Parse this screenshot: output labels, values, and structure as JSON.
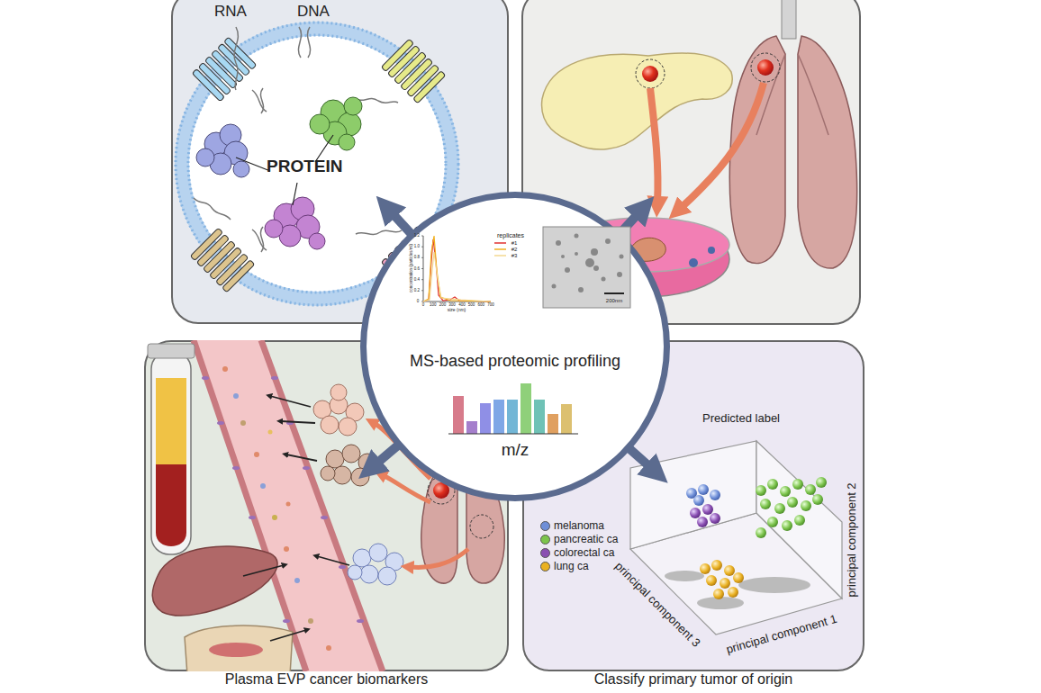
{
  "diagram": {
    "nodes": [
      {
        "text": [
          "RNA",
          "DNA",
          "PROTEIN"
        ]
      },
      {
        "text": [
          "MS-based proteomic profiling"
        ]
      },
      {
        "text": [
          "Plasma EVP cancer biomarkers"
        ]
      },
      {
        "text": [
          "Predicted label",
          "Classify primary tumor of origin"
        ]
      }
    ],
    "edges": [
      {
        "from": 1,
        "to": 0,
        "arrow": "to"
      },
      {
        "from": 1,
        "to": 2,
        "arrow": "to"
      },
      {
        "from": 1,
        "to": 3,
        "arrow": "to"
      }
    ],
    "labels": [
      "concentration (particles/ml)",
      "0",
      "0.2",
      "0.4",
      "0.6",
      "0.8",
      "1.0",
      "1.2",
      "0",
      "100",
      "200",
      "300",
      "400",
      "500",
      "600",
      "700",
      "size (nm)",
      "replicates",
      "#1",
      "#2",
      "#3",
      "200nm",
      "m/z",
      "principal component 1",
      "principal component 2",
      "principal component 3"
    ],
    "legend": [
      {
        "text": "melanoma",
        "color": "#6f8fd8"
      },
      {
        "text": "pancreatic ca",
        "color": "#7cc44c"
      },
      {
        "text": "colorectal ca",
        "color": "#8a4fb2"
      },
      {
        "text": "lung ca",
        "color": "#eab122"
      }
    ]
  }
}
